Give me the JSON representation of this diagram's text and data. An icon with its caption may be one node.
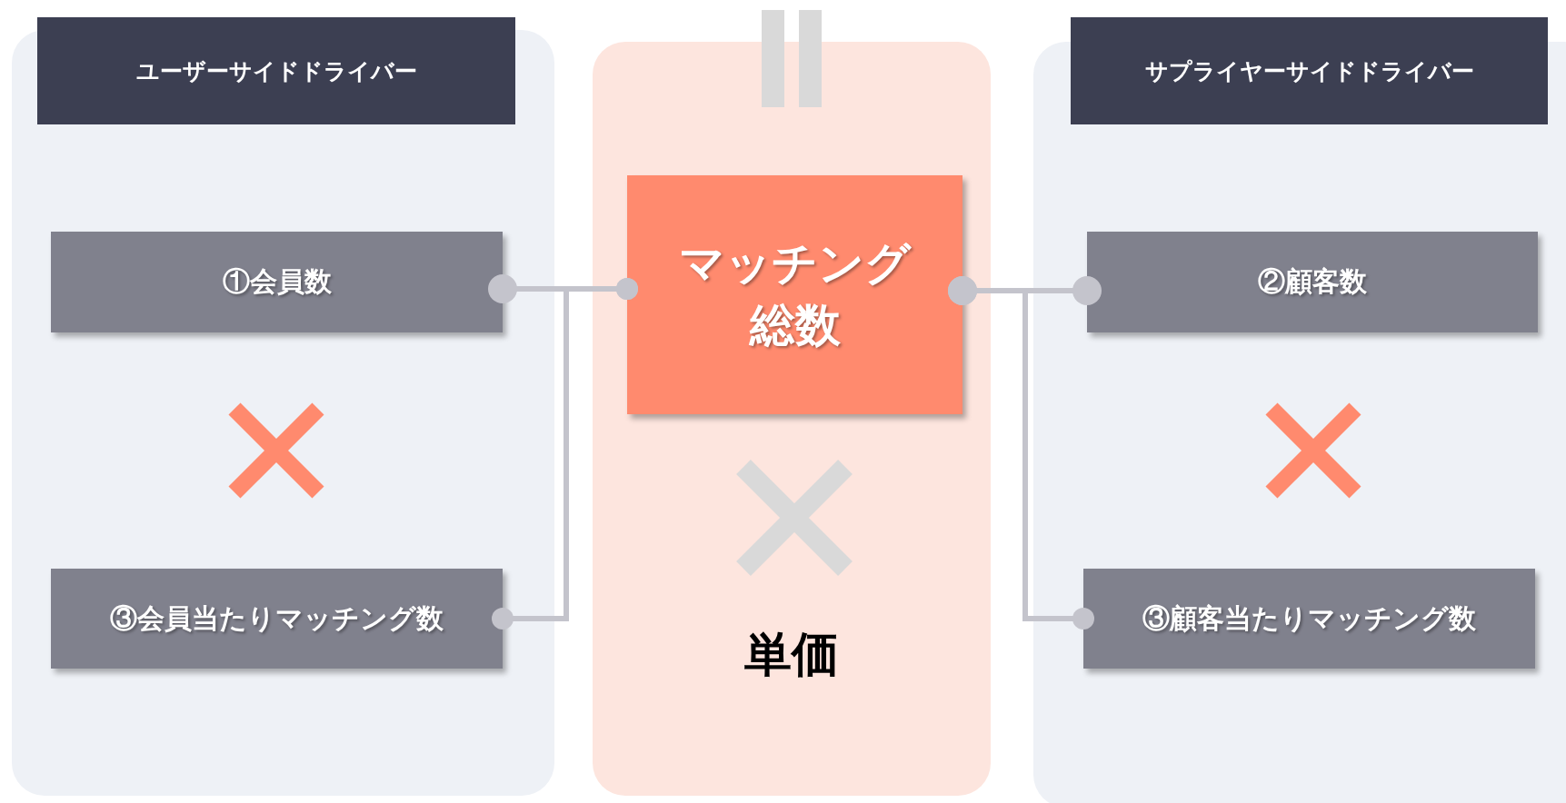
{
  "diagram": {
    "nodes": [
      {
        "text": [
          "ユーザーサイドドライバー"
        ]
      },
      {
        "text": [
          "①会員数"
        ],
        "in": 0
      },
      {
        "text": [
          "③会員当たりマッチング数"
        ],
        "in": 0
      },
      {
        "text": [
          "単価"
        ]
      },
      {
        "text": [
          "マッチング総数"
        ],
        "in": 3
      },
      {
        "text": [
          "サプライヤーサイドドライバー"
        ]
      },
      {
        "text": [
          "②顧客数"
        ],
        "in": 5
      },
      {
        "text": [
          "③顧客当たりマッチング数"
        ],
        "in": 5
      }
    ],
    "edges": [
      {
        "from": 1,
        "to": 4,
        "arrow": "other"
      },
      {
        "from": 2,
        "to": 4,
        "arrow": "other"
      },
      {
        "from": 4,
        "to": 6,
        "arrow": "other"
      },
      {
        "from": 4,
        "to": 7,
        "arrow": "other"
      }
    ]
  }
}
